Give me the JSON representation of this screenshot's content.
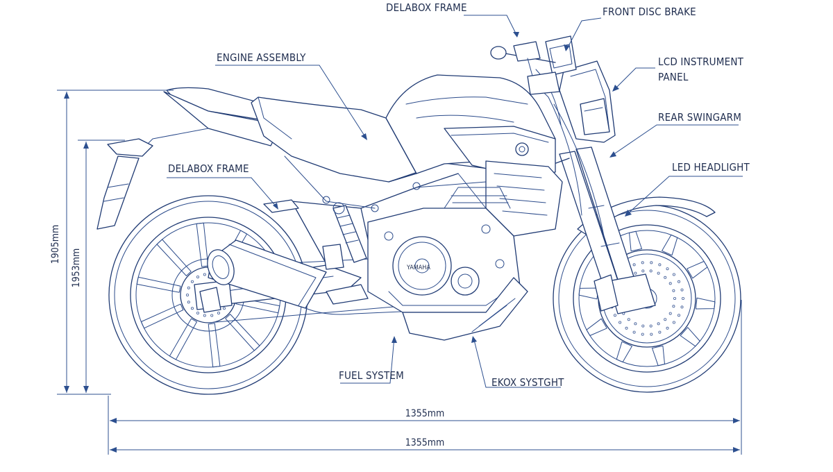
{
  "labels": {
    "delabox_frame_top": "DELABOX FRAME",
    "front_disc_brake": "FRONT DISC BRAKE",
    "engine_assembly": "ENGINE ASSEMBLY",
    "lcd_line1": "LCD INSTRUMENT",
    "lcd_line2": "PANEL",
    "rear_swingarm": "REAR SWINGARM",
    "delabox_frame_left": "DELABOX FRAME",
    "led_headlight": "LED HEADLIGHT",
    "fuel_system": "FUEL SYSTEM",
    "ekox_system": "EKOX SYSTGHT",
    "tank_badge": "YAMAHA"
  },
  "dimensions": {
    "height_outer": "1905mm",
    "height_inner": "1953mm",
    "length_upper": "1355mm",
    "length_lower": "1355mm"
  },
  "colors": {
    "line": "#1f3a73",
    "text": "#1f2d4f",
    "background": "#ffffff"
  }
}
